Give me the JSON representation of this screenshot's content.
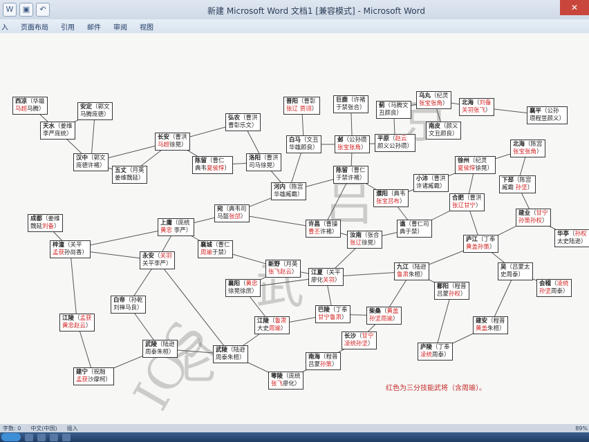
{
  "window": {
    "title": "新建 Microsoft Word 文档1 [兼容模式] - Microsoft Word",
    "close": "✕"
  },
  "ribbon_tabs": [
    "入",
    "页面布局",
    "引用",
    "邮件",
    "审阅",
    "视图"
  ],
  "statusbar": {
    "page": "字数: 0",
    "lang": "中文(中国)",
    "mode": "插入",
    "zoom": "89%"
  },
  "taskbar": [
    "",
    "",
    "",
    ""
  ],
  "watermark": [
    "IOS",
    "仑",
    "武",
    "吕",
    "京"
  ],
  "legend_note": "红色为三分技能武将（含周瑜）。",
  "nodes": {
    "xiliang": {
      "name": "西凉",
      "lines": [
        "（华雄",
        "马超马腾）"
      ]
    },
    "anding": {
      "name": "安定",
      "lines": [
        "（郭文",
        "马腾庞德）"
      ]
    },
    "tianshui": {
      "name": "天水",
      "lines": [
        "（姜维",
        "李严庞统）"
      ]
    },
    "hanzhong": {
      "name": "汉中",
      "lines": [
        "（郭文",
        "庞德许褚）"
      ]
    },
    "wuzhang": {
      "name": "五丈",
      "lines": [
        "（月英",
        "姜维魏延）"
      ]
    },
    "changan": {
      "name": "长安",
      "lines": [
        "（曹洪",
        "马超徐晃）"
      ]
    },
    "chenliu": {
      "name": "陈留",
      "lines": [
        "（曹仁",
        "典韦夏侯惇）"
      ]
    },
    "hongnong": {
      "name": "弘农",
      "lines": [
        "（曹洪",
        "曹彰乐文）"
      ]
    },
    "luoyang": {
      "name": "洛阳",
      "lines": [
        "（曹洪",
        "司马徐晃）"
      ]
    },
    "jinyang": {
      "name": "晋阳",
      "lines": [
        "（曹彰",
        "张辽 贾诩）"
      ]
    },
    "baima": {
      "name": "白马",
      "lines": [
        "（文丑",
        "华雄颜良）"
      ]
    },
    "julu": {
      "name": "巨鹿",
      "lines": [
        "（许褚",
        "于禁张合）"
      ]
    },
    "ye": {
      "name": "邺",
      "lines": [
        "（公孙瓒",
        "张宝张角）"
      ]
    },
    "pingyuan": {
      "name": "平原",
      "lines": [
        "（赵云",
        "颜义公孙瓒）"
      ]
    },
    "ji": {
      "name": "蓟",
      "lines": [
        "（马腾文",
        "丑颜良）"
      ]
    },
    "wuwan": {
      "name": "乌丸",
      "lines": [
        "（纪灵",
        "张宝张角）"
      ]
    },
    "beihai": {
      "name": "北海",
      "lines": [
        "（刘备",
        "关羽张飞）"
      ]
    },
    "nanpi": {
      "name": "南皮",
      "lines": [
        "（颜义",
        "文丑颜良）"
      ]
    },
    "xiangping": {
      "name": "襄平",
      "lines": [
        "（公孙",
        "瓒程昱颜义）"
      ]
    },
    "xiapi": {
      "name": "下邳",
      "lines": [
        "（陈宫",
        "臧霸 孙坚）"
      ]
    },
    "xuzhou": {
      "name": "徐州",
      "lines": [
        "（纪灵",
        "夏侯惇徐晃）"
      ]
    },
    "beihai2": {
      "name": "北海",
      "lines": [
        "（陈宫",
        "张宝张角）"
      ]
    },
    "chenliu2": {
      "name": "陈留",
      "lines": [
        "（曹仁",
        "于禁许褚）"
      ]
    },
    "xiaopei": {
      "name": "小沛",
      "lines": [
        "（曹洪",
        "许诸臧霸）"
      ]
    },
    "puyang": {
      "name": "濮阳",
      "lines": [
        "（典韦",
        "张宝吕布）"
      ]
    },
    "hefei": {
      "name": "合肥",
      "lines": [
        "（曹洪",
        "张辽甘宁）"
      ]
    },
    "henei": {
      "name": "河内",
      "lines": [
        "（陈宫",
        "华雄臧霸）"
      ]
    },
    "wan": {
      "name": "宛",
      "lines": [
        "（典韦司",
        "马懿张郃）"
      ]
    },
    "shangyong": {
      "name": "上庸",
      "lines": [
        "（庞统",
        "黄忠 李严）"
      ]
    },
    "xuchang": {
      "name": "许昌",
      "lines": [
        "（曹操",
        "曹丕许褚）"
      ]
    },
    "runan": {
      "name": "汝南",
      "lines": [
        "（张合",
        "张辽徐晃）"
      ]
    },
    "qiao": {
      "name": "谯",
      "lines": [
        "（曹仁司",
        "典于禁）"
      ]
    },
    "jianye": {
      "name": "建业",
      "lines": [
        "（甘宁",
        "孙策孙权）"
      ]
    },
    "huayin": {
      "name": "华亭",
      "lines": [
        "（孙权",
        "太史陆逊）"
      ]
    },
    "lujiang": {
      "name": "庐江",
      "lines": [
        "（丁奉",
        "黄盖孙策）"
      ]
    },
    "wu": {
      "name": "吴",
      "lines": [
        "（吕蒙太",
        "史周泰）"
      ]
    },
    "kuaiji": {
      "name": "会稽",
      "lines": [
        "（凌统",
        "孙坚周泰）"
      ]
    },
    "zitong": {
      "name": "梓潼",
      "lines": [
        "（关平",
        "孟获孙尚香）"
      ]
    },
    "yongan": {
      "name": "永安",
      "lines": [
        "（关羽",
        "关平李严）"
      ]
    },
    "xinye": {
      "name": "新野",
      "lines": [
        "（月英",
        "张飞赵云）"
      ]
    },
    "jiangxia": {
      "name": "江夏",
      "lines": [
        "（关平",
        "廖化关羽）"
      ]
    },
    "jiujiang": {
      "name": "九江",
      "lines": [
        "（陆逊",
        "鲁肃朱桓）"
      ]
    },
    "poyang": {
      "name": "鄱阳",
      "lines": [
        "（程普",
        "吕蒙孙权）"
      ]
    },
    "xiangyang": {
      "name": "襄阳",
      "lines": [
        "（黄忠",
        "徐晃徐庶）"
      ]
    },
    "xiangcheng": {
      "name": "襄城",
      "lines": [
        "（曹仁",
        "周瑜于禁）"
      ]
    },
    "baidi": {
      "name": "白帝",
      "lines": [
        "（孙乾",
        "刘禅马良）"
      ]
    },
    "chengdu": {
      "name": "成都",
      "lines": [
        "（姜维",
        "魏延刘备）"
      ]
    },
    "jianling": {
      "name": "江陵",
      "lines": [
        "（孟获",
        "黄忠赵云）"
      ]
    },
    "jianning": {
      "name": "建宁",
      "lines": [
        "（祝融",
        "孟获沙摩柯）"
      ]
    },
    "wuling": {
      "name": "武陵",
      "lines": [
        "（陆逊",
        "周泰朱桓）"
      ]
    },
    "jiangling2": {
      "name": "江陵",
      "lines": [
        "（鲁肃",
        "大史周瑜）"
      ]
    },
    "baqiu": {
      "name": "巴陵",
      "lines": [
        "（丁奉",
        "甘宁鲁肃）"
      ]
    },
    "chaisang": {
      "name": "柴桑",
      "lines": [
        "（黄盖",
        "孙坚周瑜）"
      ]
    },
    "changsha": {
      "name": "长沙",
      "lines": [
        "（甘宁",
        "凌统孙坚）"
      ]
    },
    "nanhai": {
      "name": "南海",
      "lines": [
        "（程普",
        "吕蒙孙策）"
      ]
    },
    "lingling": {
      "name": "零陵",
      "lines": [
        "（庞统",
        "张飞廖化）"
      ]
    },
    "jianan": {
      "name": "建安",
      "lines": [
        "（程普",
        "黄盖朱桓）"
      ]
    },
    "luling": {
      "name": "庐陵",
      "lines": [
        "（丁奉",
        "凌统周泰）"
      ]
    }
  }
}
